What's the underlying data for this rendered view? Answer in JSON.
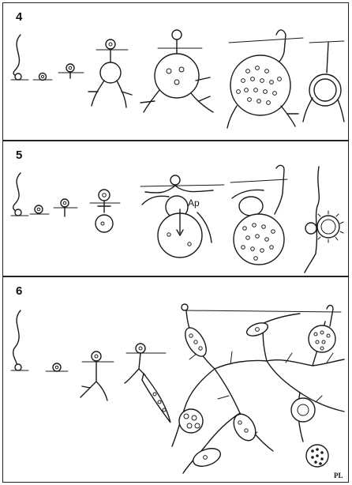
{
  "figure": {
    "panels": [
      {
        "number": "4"
      },
      {
        "number": "5",
        "annotation": "Ap"
      },
      {
        "number": "6",
        "initials": "PL"
      }
    ]
  }
}
